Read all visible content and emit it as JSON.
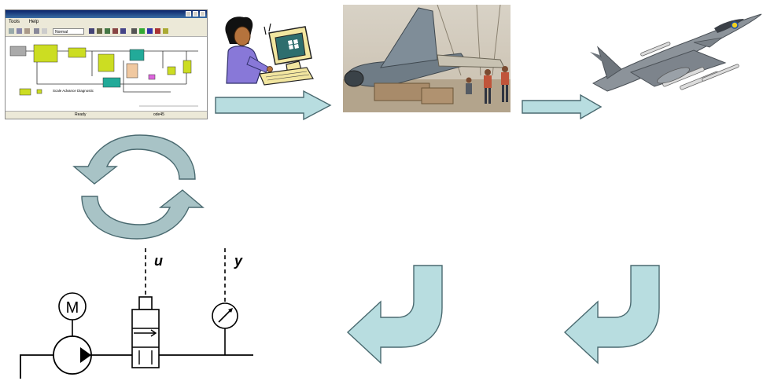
{
  "simulink_window": {
    "menu": [
      "Tools",
      "Help"
    ],
    "mode_field": "Normal",
    "block_caption": "Scale Advance Diagnostic",
    "status_left": "Ready",
    "status_right": "ode45"
  },
  "plant_schematic": {
    "motor_label": "M",
    "input_signal_label": "u",
    "output_signal_label": "y"
  },
  "colors": {
    "arrow_fill": "#b8dde0",
    "arrow_stroke": "#4a6a70",
    "cycle_arrow_fill": "#a8c3c6",
    "simulink_block_green": "#ccdd22",
    "simulink_block_teal": "#22aa99"
  },
  "icons": [
    "cycle-arrows-icon",
    "right-arrow-icon",
    "return-arrow-icon",
    "motor-icon",
    "pump-icon",
    "valve-icon",
    "gauge-icon",
    "person-at-computer-icon"
  ]
}
